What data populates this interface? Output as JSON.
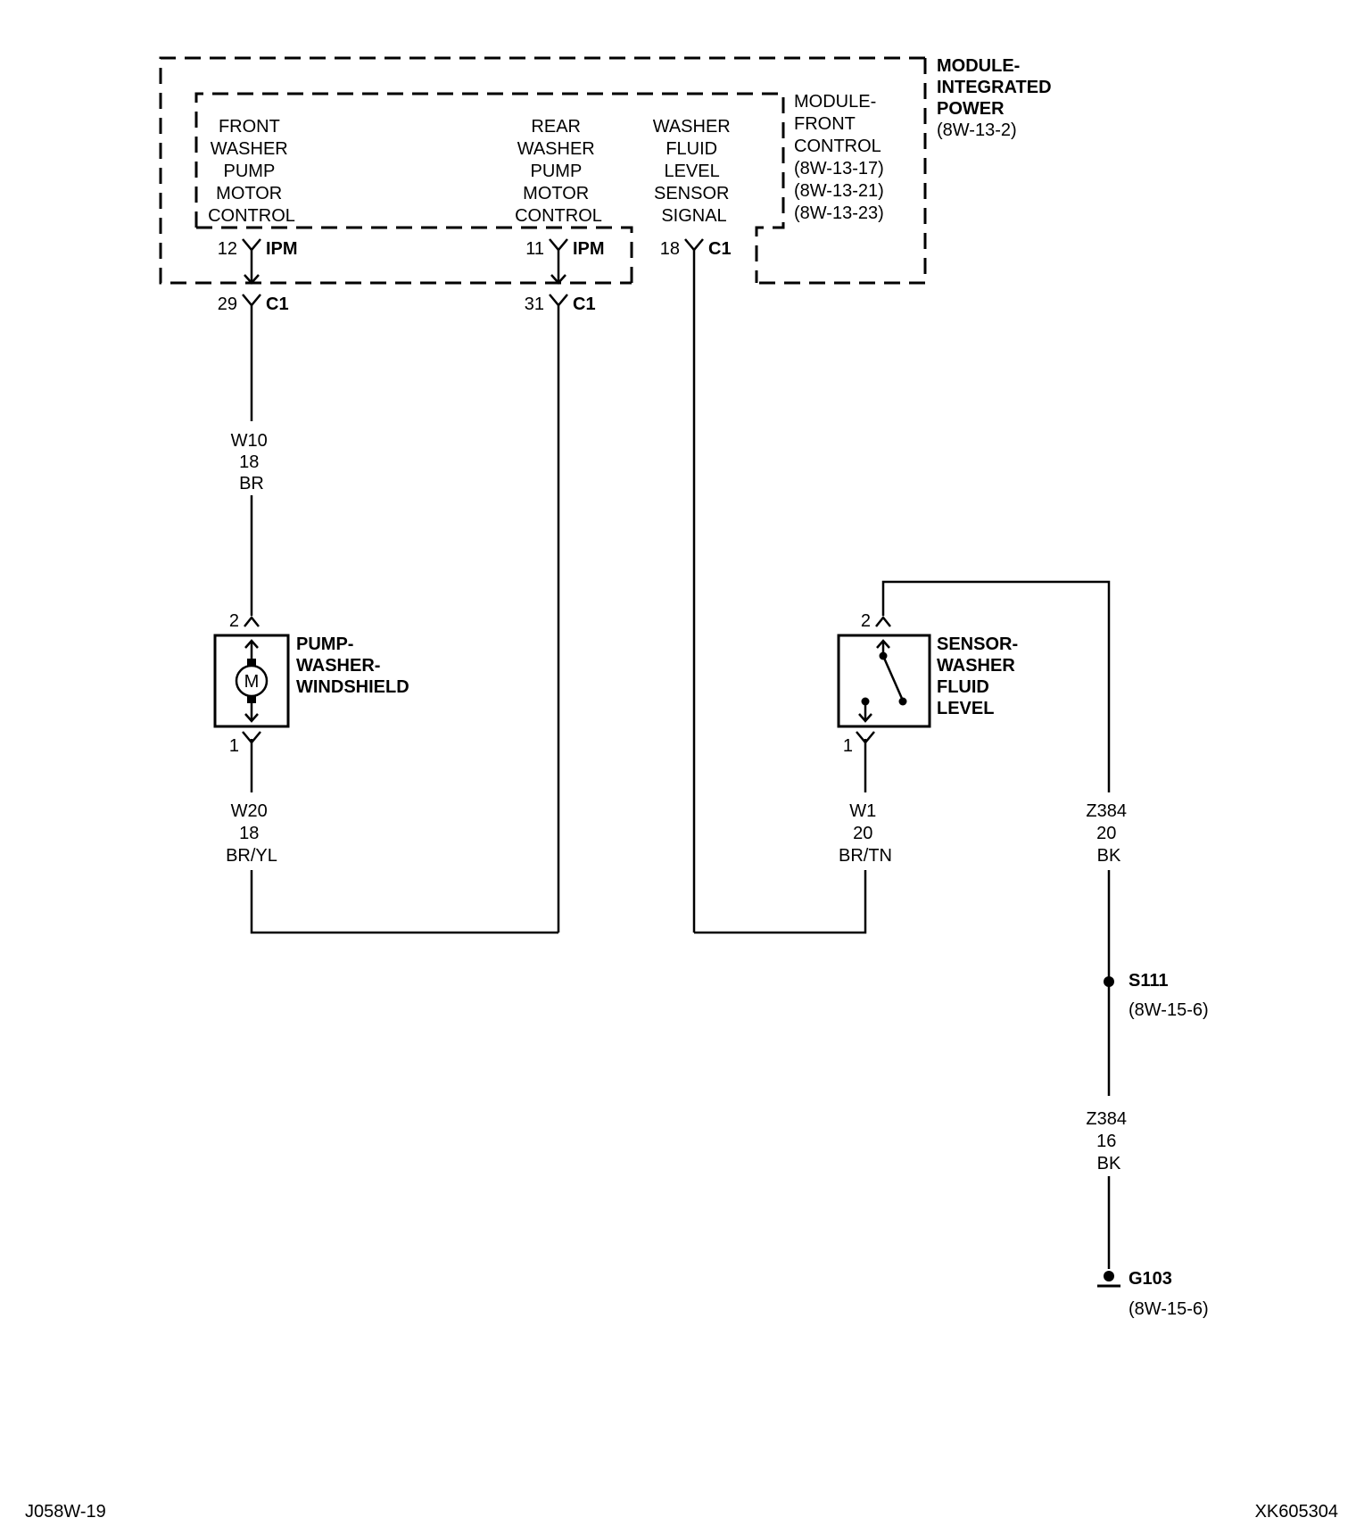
{
  "modules": {
    "ipm": {
      "lines": [
        "MODULE-",
        "INTEGRATED",
        "POWER",
        "(8W-13-2)"
      ]
    },
    "fcm": {
      "lines": [
        "MODULE-",
        "FRONT",
        "CONTROL",
        "(8W-13-17)",
        "(8W-13-21)",
        "(8W-13-23)"
      ]
    }
  },
  "functions": {
    "front_washer": [
      "FRONT",
      "WASHER",
      "PUMP",
      "MOTOR",
      "CONTROL"
    ],
    "rear_washer": [
      "REAR",
      "WASHER",
      "PUMP",
      "MOTOR",
      "CONTROL"
    ],
    "fluid_level": [
      "WASHER",
      "FLUID",
      "LEVEL",
      "SENSOR",
      "SIGNAL"
    ]
  },
  "connectors": {
    "front_ipm": {
      "pin": "12",
      "name": "IPM"
    },
    "rear_ipm": {
      "pin": "11",
      "name": "IPM"
    },
    "sensor_c1_top": {
      "pin": "18",
      "name": "C1"
    },
    "front_c1": {
      "pin": "29",
      "name": "C1"
    },
    "rear_c1": {
      "pin": "31",
      "name": "C1"
    }
  },
  "wires": {
    "w10": [
      "W10",
      "18",
      "BR"
    ],
    "w20": [
      "W20",
      "18",
      "BR/YL"
    ],
    "w1": [
      "W1",
      "20",
      "BR/TN"
    ],
    "z384_upper": [
      "Z384",
      "20",
      "BK"
    ],
    "z384_lower": [
      "Z384",
      "16",
      "BK"
    ]
  },
  "pump": {
    "lines": [
      "PUMP-",
      "WASHER-",
      "WINDSHIELD"
    ],
    "motor_symbol": "M",
    "pin_top": "2",
    "pin_bottom": "1"
  },
  "sensor": {
    "lines": [
      "SENSOR-",
      "WASHER",
      "FLUID",
      "LEVEL"
    ],
    "pin_top": "2",
    "pin_bottom": "1"
  },
  "splice": {
    "name": "S111",
    "ref": "(8W-15-6)"
  },
  "ground": {
    "name": "G103",
    "ref": "(8W-15-6)"
  },
  "footer": {
    "left": "J058W-19",
    "right": "XK605304"
  },
  "icons": {
    "motor": "motor-icon",
    "switch": "float-switch-icon",
    "splice": "splice-dot-icon",
    "ground": "ground-icon"
  }
}
